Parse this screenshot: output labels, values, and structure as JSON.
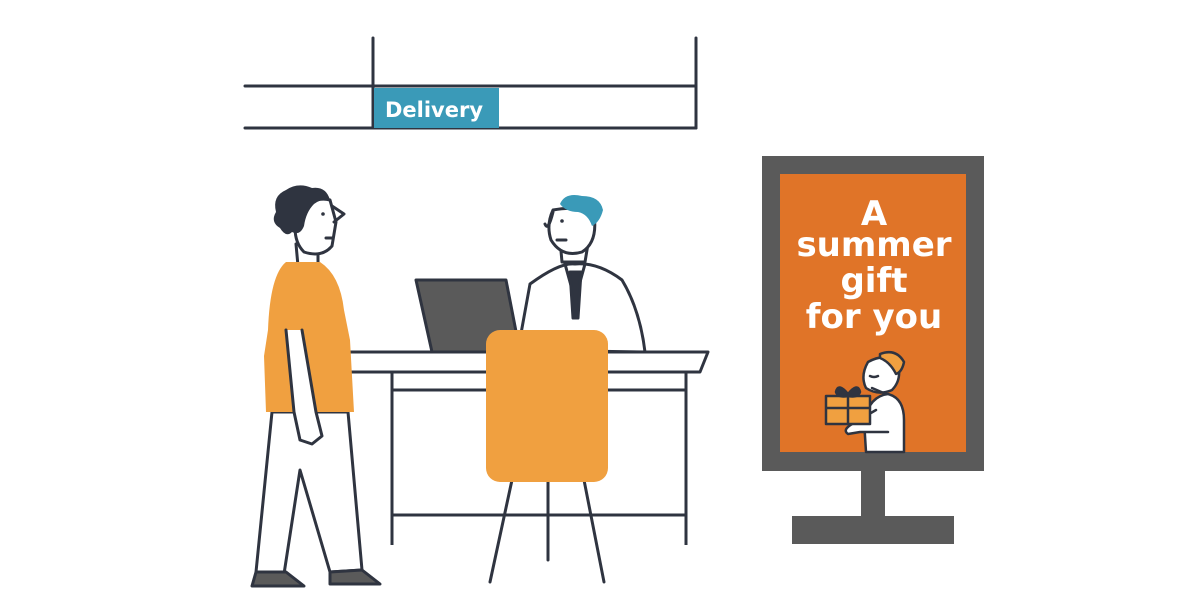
{
  "delivery_sign": {
    "label": "Delivery",
    "color": "#3a9ab8"
  },
  "poster": {
    "lines": [
      "A",
      "summer",
      "gift",
      "for you"
    ],
    "background_color": "#e07428",
    "frame_color": "#5a5a5a"
  },
  "palette": {
    "ink": "#2f3440",
    "orange": "#f0a040",
    "gray": "#5a5a5a",
    "teal": "#3a9ab8"
  },
  "icons": [
    "laptop-icon",
    "gift-box-icon"
  ]
}
